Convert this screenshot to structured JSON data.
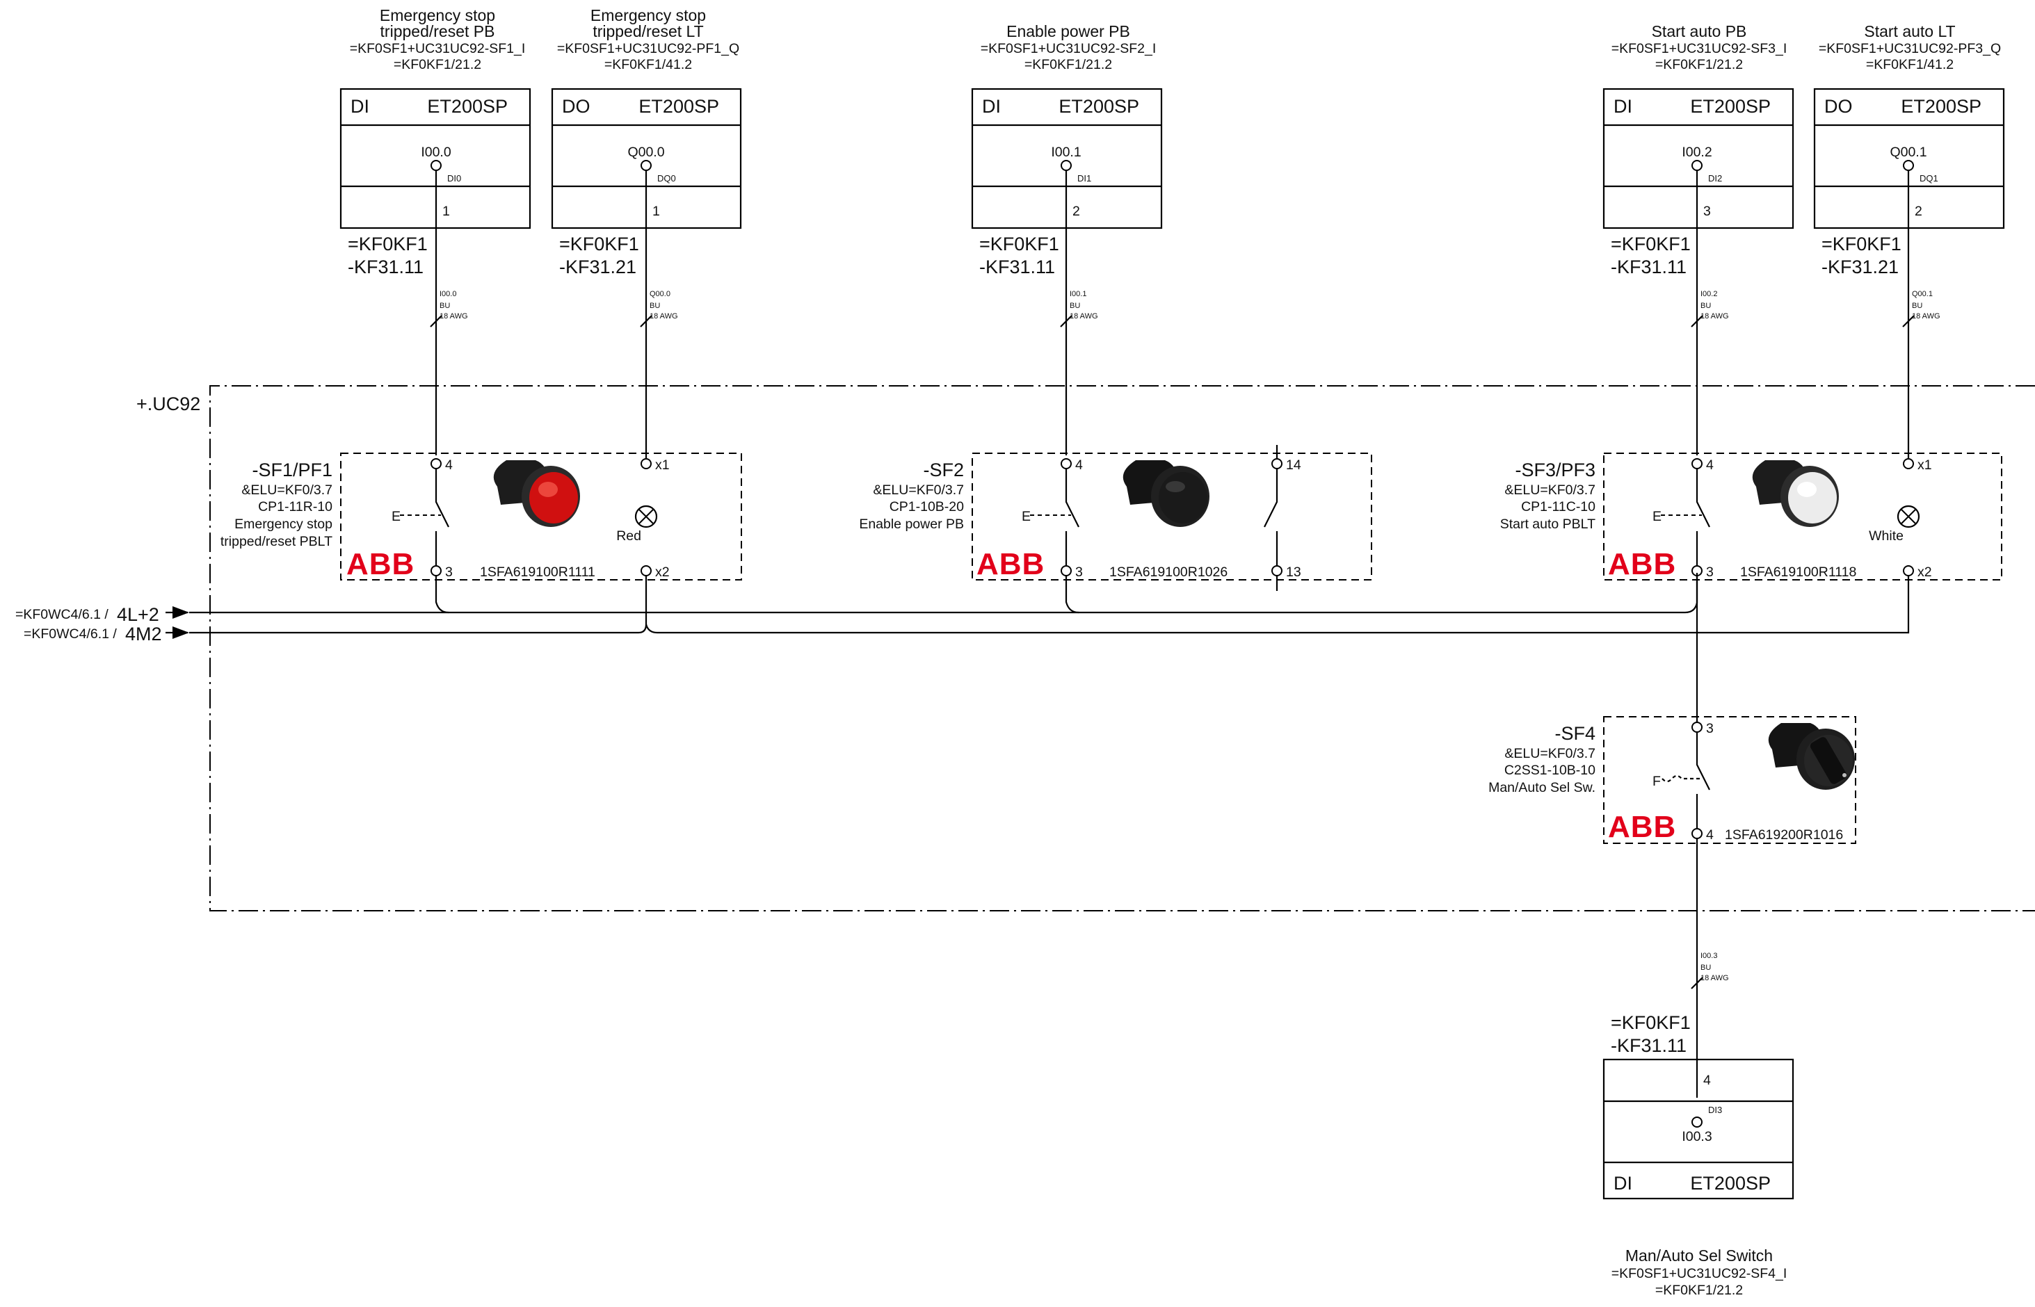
{
  "location": "+.UC92",
  "incoming": [
    {
      "ref": "=KF0WC4/6.1 /",
      "signal": "4L+2"
    },
    {
      "ref": "=KF0WC4/6.1 /",
      "signal": "4M2"
    }
  ],
  "io_modules": [
    {
      "title": [
        "Emergency stop",
        "tripped/reset PB",
        "=KF0SF1+UC31UC92-SF1_I",
        "=KF0KF1/21.2"
      ],
      "type": "DI",
      "module": "ET200SP",
      "address": "I00.0",
      "channel": "DI0",
      "pin": "1",
      "tag": [
        "=KF0KF1",
        "-KF31.11"
      ],
      "wire": [
        "I00.0",
        "BU",
        "18 AWG"
      ]
    },
    {
      "title": [
        "Emergency stop",
        "tripped/reset LT",
        "=KF0SF1+UC31UC92-PF1_Q",
        "=KF0KF1/41.2"
      ],
      "type": "DO",
      "module": "ET200SP",
      "address": "Q00.0",
      "channel": "DQ0",
      "pin": "1",
      "tag": [
        "=KF0KF1",
        "-KF31.21"
      ],
      "wire": [
        "Q00.0",
        "BU",
        "18 AWG"
      ]
    },
    {
      "title": [
        "Enable power PB",
        "=KF0SF1+UC31UC92-SF2_I",
        "=KF0KF1/21.2"
      ],
      "type": "DI",
      "module": "ET200SP",
      "address": "I00.1",
      "channel": "DI1",
      "pin": "2",
      "tag": [
        "=KF0KF1",
        "-KF31.11"
      ],
      "wire": [
        "I00.1",
        "BU",
        "18 AWG"
      ]
    },
    {
      "title": [
        "Start auto PB",
        "=KF0SF1+UC31UC92-SF3_I",
        "=KF0KF1/21.2"
      ],
      "type": "DI",
      "module": "ET200SP",
      "address": "I00.2",
      "channel": "DI2",
      "pin": "3",
      "tag": [
        "=KF0KF1",
        "-KF31.11"
      ],
      "wire": [
        "I00.2",
        "BU",
        "18 AWG"
      ]
    },
    {
      "title": [
        "Start auto LT",
        "=KF0SF1+UC31UC92-PF3_Q",
        "=KF0KF1/41.2"
      ],
      "type": "DO",
      "module": "ET200SP",
      "address": "Q00.1",
      "channel": "DQ1",
      "pin": "2",
      "tag": [
        "=KF0KF1",
        "-KF31.21"
      ],
      "wire": [
        "Q00.1",
        "BU",
        "18 AWG"
      ]
    }
  ],
  "bottom_module": {
    "title": [
      "Man/Auto Sel Switch",
      "=KF0SF1+UC31UC92-SF4_I",
      "=KF0KF1/21.2"
    ],
    "type": "DI",
    "module": "ET200SP",
    "address": "I00.3",
    "channel": "DI3",
    "pin": "4",
    "tag": [
      "=KF0KF1",
      "-KF31.11"
    ],
    "wire": [
      "I00.3",
      "BU",
      "18 AWG"
    ]
  },
  "devices": [
    {
      "tag": "-SF1/PF1",
      "desc": [
        "&ELU=KF0/3.7",
        "CP1-11R-10",
        "Emergency stop",
        "tripped/reset PBLT"
      ],
      "part": "1SFA619100R1111",
      "brand": "ABB",
      "contact_top": "4",
      "contact_bottom": "3",
      "switch_label": "E",
      "lamp_top": "x1",
      "lamp_bottom": "x2",
      "lamp_color": "Red",
      "button_color": "#d01010",
      "icon": "red-illuminated-pushbutton-icon"
    },
    {
      "tag": "-SF2",
      "desc": [
        "&ELU=KF0/3.7",
        "CP1-10B-20",
        "Enable power PB"
      ],
      "part": "1SFA619100R1026",
      "brand": "ABB",
      "contact_top": "4",
      "contact_bottom": "3",
      "switch_label": "E",
      "aux_top": "14",
      "aux_bottom": "13",
      "button_color": "#1a1a1a",
      "icon": "black-pushbutton-icon"
    },
    {
      "tag": "-SF3/PF3",
      "desc": [
        "&ELU=KF0/3.7",
        "CP1-11C-10",
        "Start auto PBLT"
      ],
      "part": "1SFA619100R1118",
      "brand": "ABB",
      "contact_top": "4",
      "contact_bottom": "3",
      "switch_label": "E",
      "lamp_top": "x1",
      "lamp_bottom": "x2",
      "lamp_color": "White",
      "button_color": "#f2f2f2",
      "icon": "white-illuminated-pushbutton-icon"
    },
    {
      "tag": "-SF4",
      "desc": [
        "&ELU=KF0/3.7",
        "C2SS1-10B-10",
        "Man/Auto Sel Sw."
      ],
      "part": "1SFA619200R1016",
      "brand": "ABB",
      "contact_top": "3",
      "contact_bottom": "4",
      "switch_label": "F",
      "icon": "selector-switch-icon"
    }
  ],
  "colors": {
    "line": "#000000",
    "brand": "#e2001a",
    "red_lamp": "#d01010"
  }
}
